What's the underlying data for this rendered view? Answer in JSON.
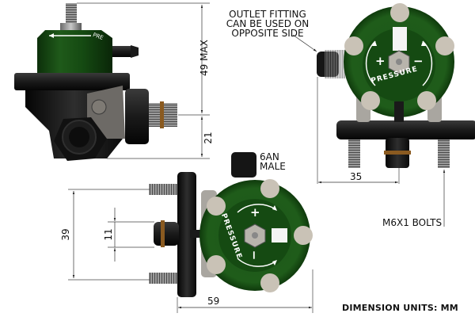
{
  "title": "Fuel Pressure Regulator Dimension Drawing",
  "colors": {
    "body_green": "#1f5a1a",
    "body_dark_green": "#103d0e",
    "housing_black": "#1c1c1c",
    "bolt_cap": "#c9c2b6",
    "thread_gray": "#8f8f8f",
    "oring": "#8a5a20",
    "dim_line": "#333333"
  },
  "annotations": {
    "outlet_note": [
      "OUTLET FITTING",
      "CAN BE USED ON",
      "OPPOSITE SIDE"
    ],
    "fitting_note": [
      "6AN",
      "MALE"
    ],
    "bolts_note": "M6X1 BOLTS",
    "units_note": "DIMENSION UNITS: MM",
    "dial_label": "PRESSURE",
    "dial_plus": "+",
    "dial_minus": "−",
    "side_dial_label": "PRE"
  },
  "dimensions": {
    "height_upper": "49 MAX",
    "height_lower": "21",
    "width_top_view": "35",
    "bolt_spacing": "39",
    "inlet_diameter": "11",
    "depth": "59"
  },
  "views": [
    {
      "name": "side-view",
      "position": "top-left"
    },
    {
      "name": "top-view",
      "position": "top-right"
    },
    {
      "name": "front-view",
      "position": "bottom-center"
    }
  ]
}
